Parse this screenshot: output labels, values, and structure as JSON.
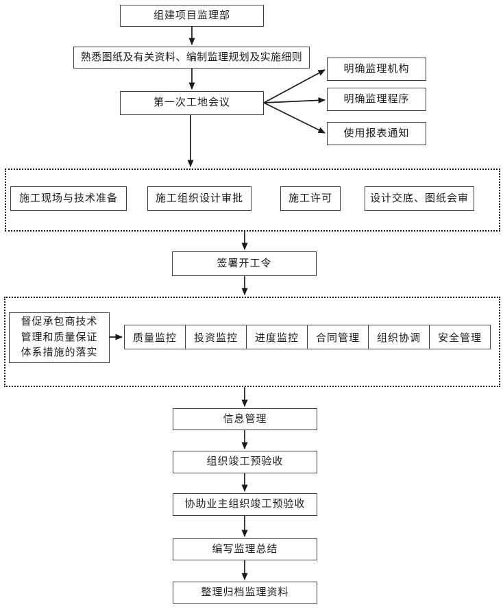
{
  "colors": {
    "background": "#ffffff",
    "line": "#1a1a1a",
    "box_border": "#3f3f3f",
    "text": "#1c1c1c"
  },
  "flow": {
    "start": {
      "label": "组建项目监理部"
    },
    "prepare_docs": {
      "label": "熟悉图纸及有关资料、编制监理规划及实施细则"
    },
    "first_meeting": {
      "label": "第一次工地会议"
    },
    "meeting_outputs": [
      {
        "label": "明确监理机构"
      },
      {
        "label": "明确监理程序"
      },
      {
        "label": "使用报表通知"
      }
    ],
    "preparation_group": {
      "items": [
        {
          "label": "施工现场与技术准备"
        },
        {
          "label": "施工组织设计审批"
        },
        {
          "label": "施工许可"
        },
        {
          "label": "设计交底、图纸会审"
        }
      ]
    },
    "sign_order": {
      "label": "签署开工令"
    },
    "construction_group": {
      "supervise": {
        "label": "督促承包商技术管理和质量保证体系措施的落实"
      },
      "controls": [
        {
          "label": "质量监控"
        },
        {
          "label": "投资监控"
        },
        {
          "label": "进度监控"
        },
        {
          "label": "合同管理"
        },
        {
          "label": "组织协调"
        },
        {
          "label": "安全管理"
        }
      ]
    },
    "closing": [
      {
        "label": "信息管理"
      },
      {
        "label": "组织竣工预验收"
      },
      {
        "label": "协助业主组织竣工预验收"
      },
      {
        "label": "编写监理总结"
      },
      {
        "label": "整理归档监理资料"
      }
    ]
  }
}
